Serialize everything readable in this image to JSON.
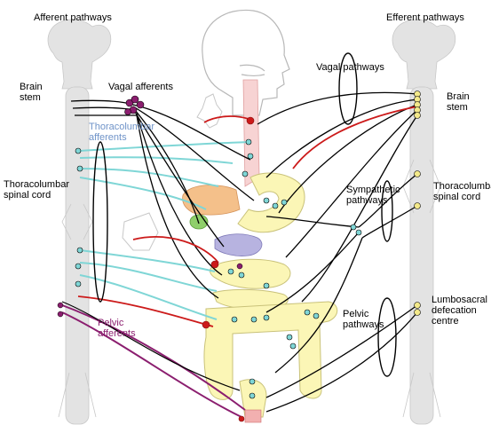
{
  "headers": {
    "afferent": "Afferent pathways",
    "efferent": "Efferent pathways"
  },
  "left_labels": {
    "brain_stem": "Brain stem",
    "thoracolumbar_spinal_cord": "Thoracolumbar spinal cord"
  },
  "afferents": {
    "vagal": "Vagal afferents",
    "thoracolumbar": "Thoracolumbar afferents",
    "pelvic": "Pelvic afferents"
  },
  "efferents": {
    "vagal": "Vagal pathways",
    "sympathetic": "Sympathetic pathways",
    "pelvic": "Pelvic pathways"
  },
  "right_labels": {
    "brain_stem": "Brain stem",
    "thoracolumbar_spinal_cord": "Thoracolumbar spinal cord",
    "lumbosacral_defecation_centre": "Lumbosacral defecation centre"
  },
  "colors": {
    "afferent_spinal": "#7fd6d6",
    "afferent_vagal": "#000000",
    "efferent_red": "#cc1a1a",
    "pelvic_purple": "#8b1e6f",
    "organ_yellow": "#fbf6b6",
    "liver_orange": "#f4c08a",
    "cns_grey": "#e3e3e3"
  }
}
